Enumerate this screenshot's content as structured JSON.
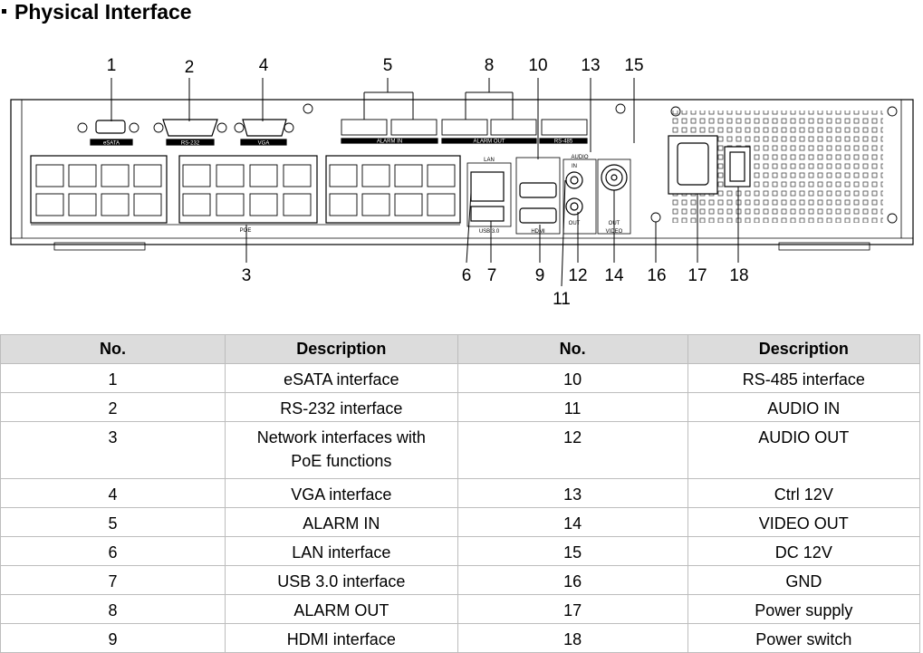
{
  "section": {
    "title": "Physical Interface"
  },
  "figure": {
    "callouts": [
      "1",
      "2",
      "4",
      "5",
      "8",
      "10",
      "13",
      "15",
      "3",
      "6",
      "7",
      "9",
      "11",
      "12",
      "14",
      "16",
      "17",
      "18"
    ],
    "panel_labels": {
      "esata": "eSATA",
      "rs232": "RS-232",
      "vga": "VGA",
      "alarm_in": "ALARM IN",
      "alarm_out": "ALARM OUT",
      "rs485": "RS-485",
      "lan": "LAN",
      "usb": "USB 3.0",
      "hdmi": "HDMI",
      "audio": "AUDIO",
      "video": "VIDEO",
      "poe": "POE",
      "in": "IN",
      "out": "OUT"
    }
  },
  "table": {
    "headers": [
      "No.",
      "Description",
      "No.",
      "Description"
    ],
    "rows": [
      {
        "no1": "1",
        "desc1": "eSATA interface",
        "no2": "10",
        "desc2": "RS-485 interface"
      },
      {
        "no1": "2",
        "desc1": "RS-232 interface",
        "no2": "11",
        "desc2": "AUDIO IN"
      },
      {
        "no1": "3",
        "desc1": "Network interfaces with PoE functions",
        "no2": "12",
        "desc2": "AUDIO OUT"
      },
      {
        "no1": "4",
        "desc1": "VGA interface",
        "no2": "13",
        "desc2": "Ctrl 12V"
      },
      {
        "no1": "5",
        "desc1": "ALARM IN",
        "no2": "14",
        "desc2": "VIDEO OUT"
      },
      {
        "no1": "6",
        "desc1": "LAN interface",
        "no2": "15",
        "desc2": "DC 12V"
      },
      {
        "no1": "7",
        "desc1": "USB 3.0 interface",
        "no2": "16",
        "desc2": "GND"
      },
      {
        "no1": "8",
        "desc1": "ALARM OUT",
        "no2": "17",
        "desc2": "Power supply"
      },
      {
        "no1": "9",
        "desc1": "HDMI interface",
        "no2": "18",
        "desc2": "Power switch"
      }
    ]
  }
}
